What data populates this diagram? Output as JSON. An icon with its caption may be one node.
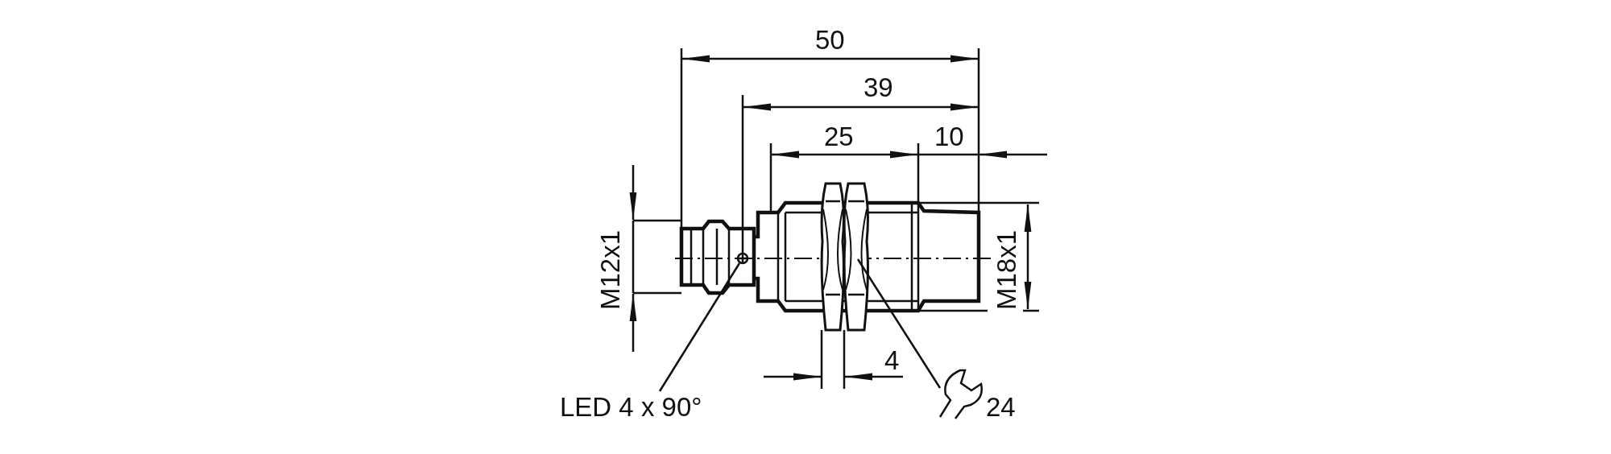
{
  "diagram": {
    "nodes": [
      {
        "text": [
          "LED 4 x 90°"
        ]
      },
      {
        "text": [],
        "shape": "circle"
      },
      {
        "text": [
          "24"
        ]
      },
      {
        "text": [],
        "shape": "picture"
      }
    ],
    "edges": [
      {
        "from": 0,
        "to": 1,
        "arrow": "none"
      },
      {
        "from": 2,
        "to": 3,
        "arrow": "none"
      }
    ],
    "labels": [
      "50",
      "39",
      "25",
      "10",
      "M12x1",
      "M18x1",
      "4"
    ]
  }
}
